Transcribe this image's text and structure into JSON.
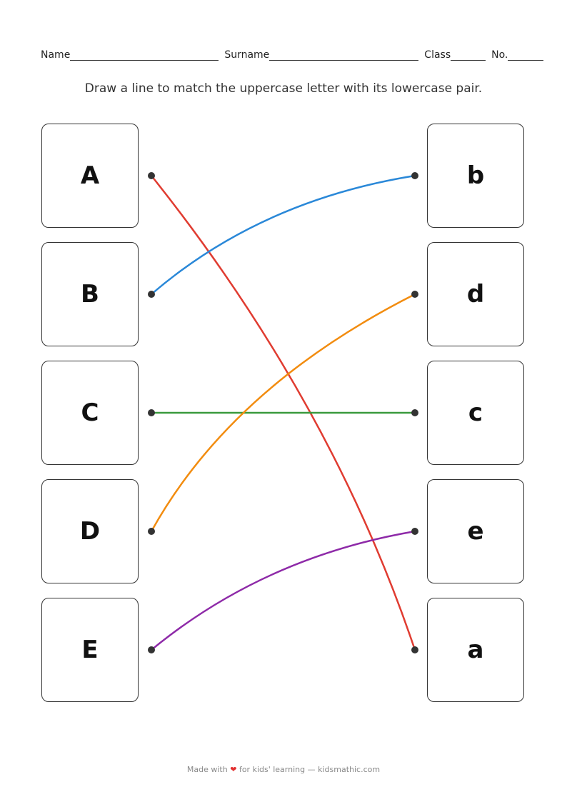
{
  "header": {
    "name_label": "Name",
    "surname_label": "Surname",
    "class_label": "Class",
    "no_label": "No."
  },
  "instruction": "Draw a line to match the uppercase letter with its lowercase pair.",
  "left_letters": [
    "A",
    "B",
    "C",
    "D",
    "E"
  ],
  "right_letters": [
    "b",
    "d",
    "c",
    "e",
    "a"
  ],
  "matches": [
    {
      "from": "A",
      "to": "a",
      "color": "#e03c31"
    },
    {
      "from": "B",
      "to": "b",
      "color": "#2a88d8"
    },
    {
      "from": "C",
      "to": "c",
      "color": "#3a9a3e"
    },
    {
      "from": "D",
      "to": "d",
      "color": "#f28c0f"
    },
    {
      "from": "E",
      "to": "e",
      "color": "#8e2aa8"
    }
  ],
  "footer": {
    "pre": "Made with",
    "heart": "❤",
    "post": "for kids' learning — kidsmathic.com"
  }
}
